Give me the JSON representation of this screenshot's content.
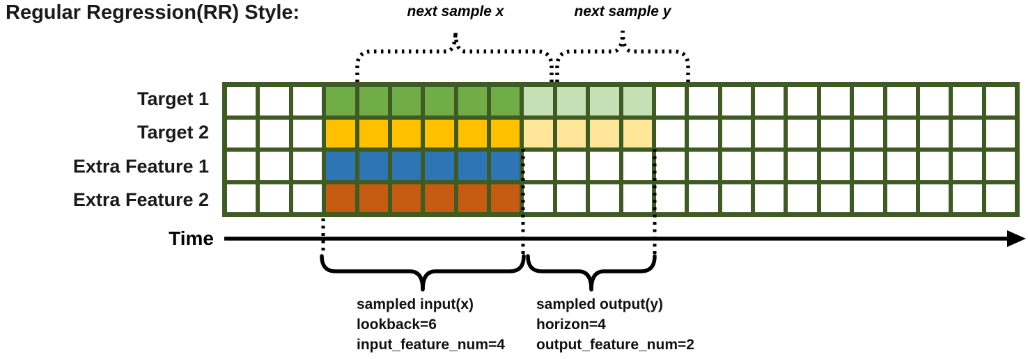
{
  "title": "Regular Regression(RR) Style:",
  "top_annotations": {
    "next_sample_x": "next sample x",
    "next_sample_y": "next sample y"
  },
  "time_axis": {
    "label": "Time"
  },
  "colors": {
    "grid_border": "#3D5B22",
    "cell_empty": "#FFFFFF",
    "brace_black": "#000000"
  },
  "grid": {
    "total_steps": 24,
    "input_start": 3,
    "lookback": 6,
    "horizon": 4,
    "rows": [
      {
        "label": "Target 1",
        "input_color": "#70AD47",
        "output_color": "#C5E0B4"
      },
      {
        "label": "Target 2",
        "input_color": "#FFC000",
        "output_color": "#FFE699"
      },
      {
        "label": "Extra Feature 1",
        "input_color": "#2E75B6",
        "output_color": ""
      },
      {
        "label": "Extra Feature 2",
        "input_color": "#C55A11",
        "output_color": ""
      }
    ]
  },
  "bottom_annotations": {
    "input": [
      "sampled input(x)",
      "lookback=6",
      "input_feature_num=4"
    ],
    "output": [
      "sampled output(y)",
      "horizon=4",
      "output_feature_num=2"
    ]
  }
}
